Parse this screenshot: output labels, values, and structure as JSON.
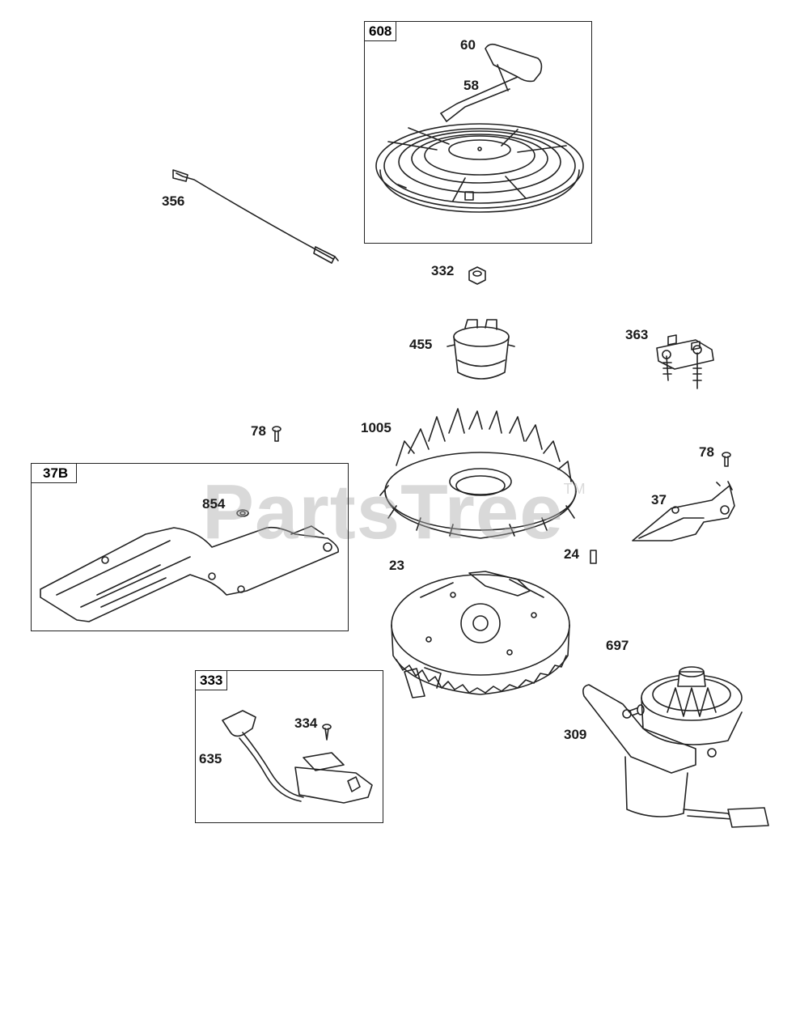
{
  "watermark": {
    "text": "PartsTree",
    "tm": "TM"
  },
  "groups": {
    "g608": "608",
    "g37B": "37B",
    "g333": "333"
  },
  "labels": {
    "p60": "60",
    "p58": "58",
    "p356": "356",
    "p332": "332",
    "p455": "455",
    "p363": "363",
    "p78a": "78",
    "p1005": "1005",
    "p78b": "78",
    "p854": "854",
    "p37": "37",
    "p24": "24",
    "p23": "23",
    "p697": "697",
    "p309": "309",
    "p334": "334",
    "p635": "635"
  }
}
